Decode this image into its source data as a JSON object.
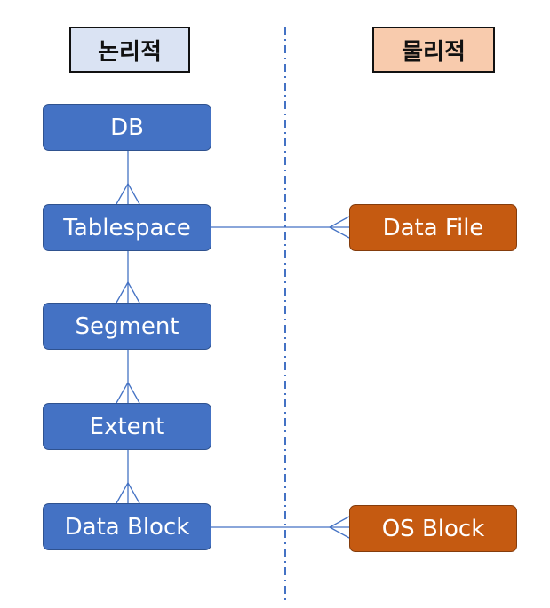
{
  "headers": {
    "logical": "논리적",
    "physical": "물리적"
  },
  "logical_nodes": {
    "db": "DB",
    "tablespace": "Tablespace",
    "segment": "Segment",
    "extent": "Extent",
    "data_block": "Data Block"
  },
  "physical_nodes": {
    "data_file": "Data File",
    "os_block": "OS Block"
  },
  "colors": {
    "logical_fill": "#4472C4",
    "logical_border": "#2F528F",
    "physical_fill": "#C55A11",
    "physical_border": "#843C0C",
    "logical_header_fill": "#DAE3F3",
    "physical_header_fill": "#F8CBAD",
    "connector": "#4472C4",
    "divider": "#4472C4"
  }
}
